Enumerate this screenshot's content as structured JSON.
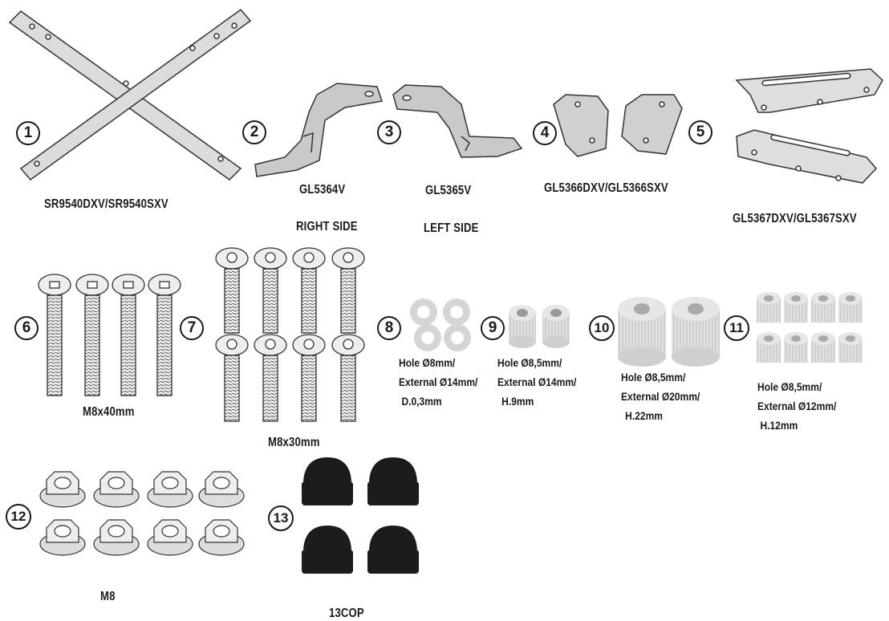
{
  "items": [
    {
      "number": "1",
      "code": "SR9540DXV/SR9540SXV"
    },
    {
      "number": "2",
      "code": "GL5364V",
      "side": "RIGHT SIDE"
    },
    {
      "number": "3",
      "code": "GL5365V",
      "side": "LEFT SIDE"
    },
    {
      "number": "4"
    },
    {
      "number": "5"
    },
    {
      "shared_code_4_5": "GL5366DXV/GL5366SXV"
    },
    {
      "code": "GL5367DXV/GL5367SXV"
    },
    {
      "number": "6",
      "size": "M8x40mm"
    },
    {
      "number": "7",
      "size": "M8x30mm"
    },
    {
      "number": "8",
      "spec": [
        "Hole Ø8mm/",
        "External Ø14mm/",
        "D.0,3mm"
      ]
    },
    {
      "number": "9",
      "spec": [
        "Hole Ø8,5mm/",
        "External Ø14mm/",
        "H.9mm"
      ]
    },
    {
      "number": "10",
      "spec": [
        "Hole Ø8,5mm/",
        "External Ø20mm/",
        "H.22mm"
      ]
    },
    {
      "number": "11",
      "spec": [
        "Hole Ø8,5mm/",
        "External Ø12mm/",
        "H.12mm"
      ]
    },
    {
      "number": "12",
      "size": "M8"
    },
    {
      "number": "13",
      "code": "13COP"
    }
  ]
}
